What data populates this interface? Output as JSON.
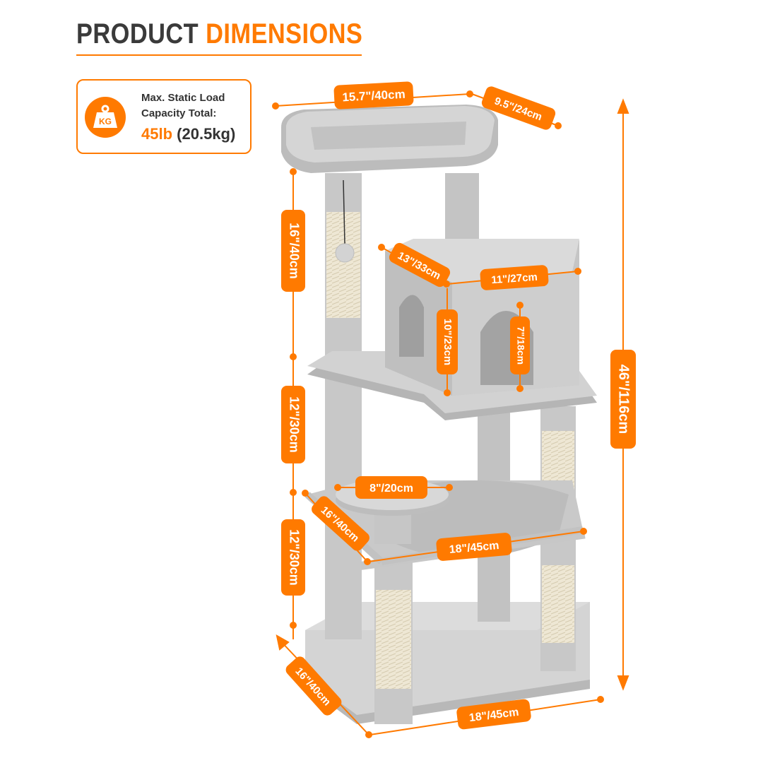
{
  "title": {
    "word1": "PRODUCT",
    "word2": "DIMENSIONS"
  },
  "load": {
    "icon_text": "KG",
    "line1": "Max. Static Load",
    "line2": "Capacity Total:",
    "value_main": "45lb",
    "value_paren": "(20.5kg)"
  },
  "dimensions": {
    "top_width": "15.7\"/40cm",
    "top_depth": "9.5\"/24cm",
    "upper_height": "16\"/40cm",
    "condo_depth": "13\"/33cm",
    "condo_width": "11\"/27cm",
    "condo_height": "10\"/23cm",
    "door_height": "7\"/18cm",
    "middle_height": "12\"/30cm",
    "total_height": "46\"/116cm",
    "round_platform": "8\"/20cm",
    "hammock_depth": "16\"/40cm",
    "hammock_width": "18\"/45cm",
    "lower_height": "12\"/30cm",
    "base_depth": "16\"/40cm",
    "base_width": "18\"/45cm"
  },
  "colors": {
    "accent": "#ff7a00",
    "plush": "#cfcfcf",
    "plush_dark": "#b5b5b5",
    "sisal": "#eee7d4"
  }
}
